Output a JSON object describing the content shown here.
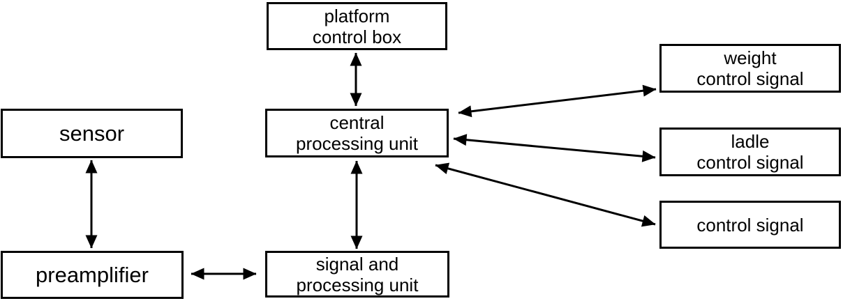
{
  "diagram": {
    "background_color": "#ffffff",
    "line_color": "#000000",
    "box_border_color": "#000000",
    "text_color": "#000000",
    "nodes": [
      {
        "id": "platform-control-box",
        "label": "platform\ncontrol box"
      },
      {
        "id": "sensor",
        "label": "sensor"
      },
      {
        "id": "central-processing-unit",
        "label": "central\nprocessing unit"
      },
      {
        "id": "weight-control-signal",
        "label": "weight\ncontrol signal"
      },
      {
        "id": "ladle-control-signal",
        "label": "ladle\ncontrol signal"
      },
      {
        "id": "control-signal",
        "label": "control signal"
      },
      {
        "id": "preamplifier",
        "label": "preamplifier"
      },
      {
        "id": "signal-and-processing-unit",
        "label": "signal and\nprocessing unit"
      }
    ],
    "edges": [
      {
        "from": "platform-control-box",
        "to": "central-processing-unit",
        "bidirectional": true
      },
      {
        "from": "sensor",
        "to": "preamplifier",
        "bidirectional": true
      },
      {
        "from": "preamplifier",
        "to": "signal-and-processing-unit",
        "bidirectional": true
      },
      {
        "from": "central-processing-unit",
        "to": "signal-and-processing-unit",
        "bidirectional": true
      },
      {
        "from": "central-processing-unit",
        "to": "weight-control-signal",
        "bidirectional": true
      },
      {
        "from": "central-processing-unit",
        "to": "ladle-control-signal",
        "bidirectional": true
      },
      {
        "from": "central-processing-unit",
        "to": "control-signal",
        "bidirectional": true
      }
    ]
  }
}
